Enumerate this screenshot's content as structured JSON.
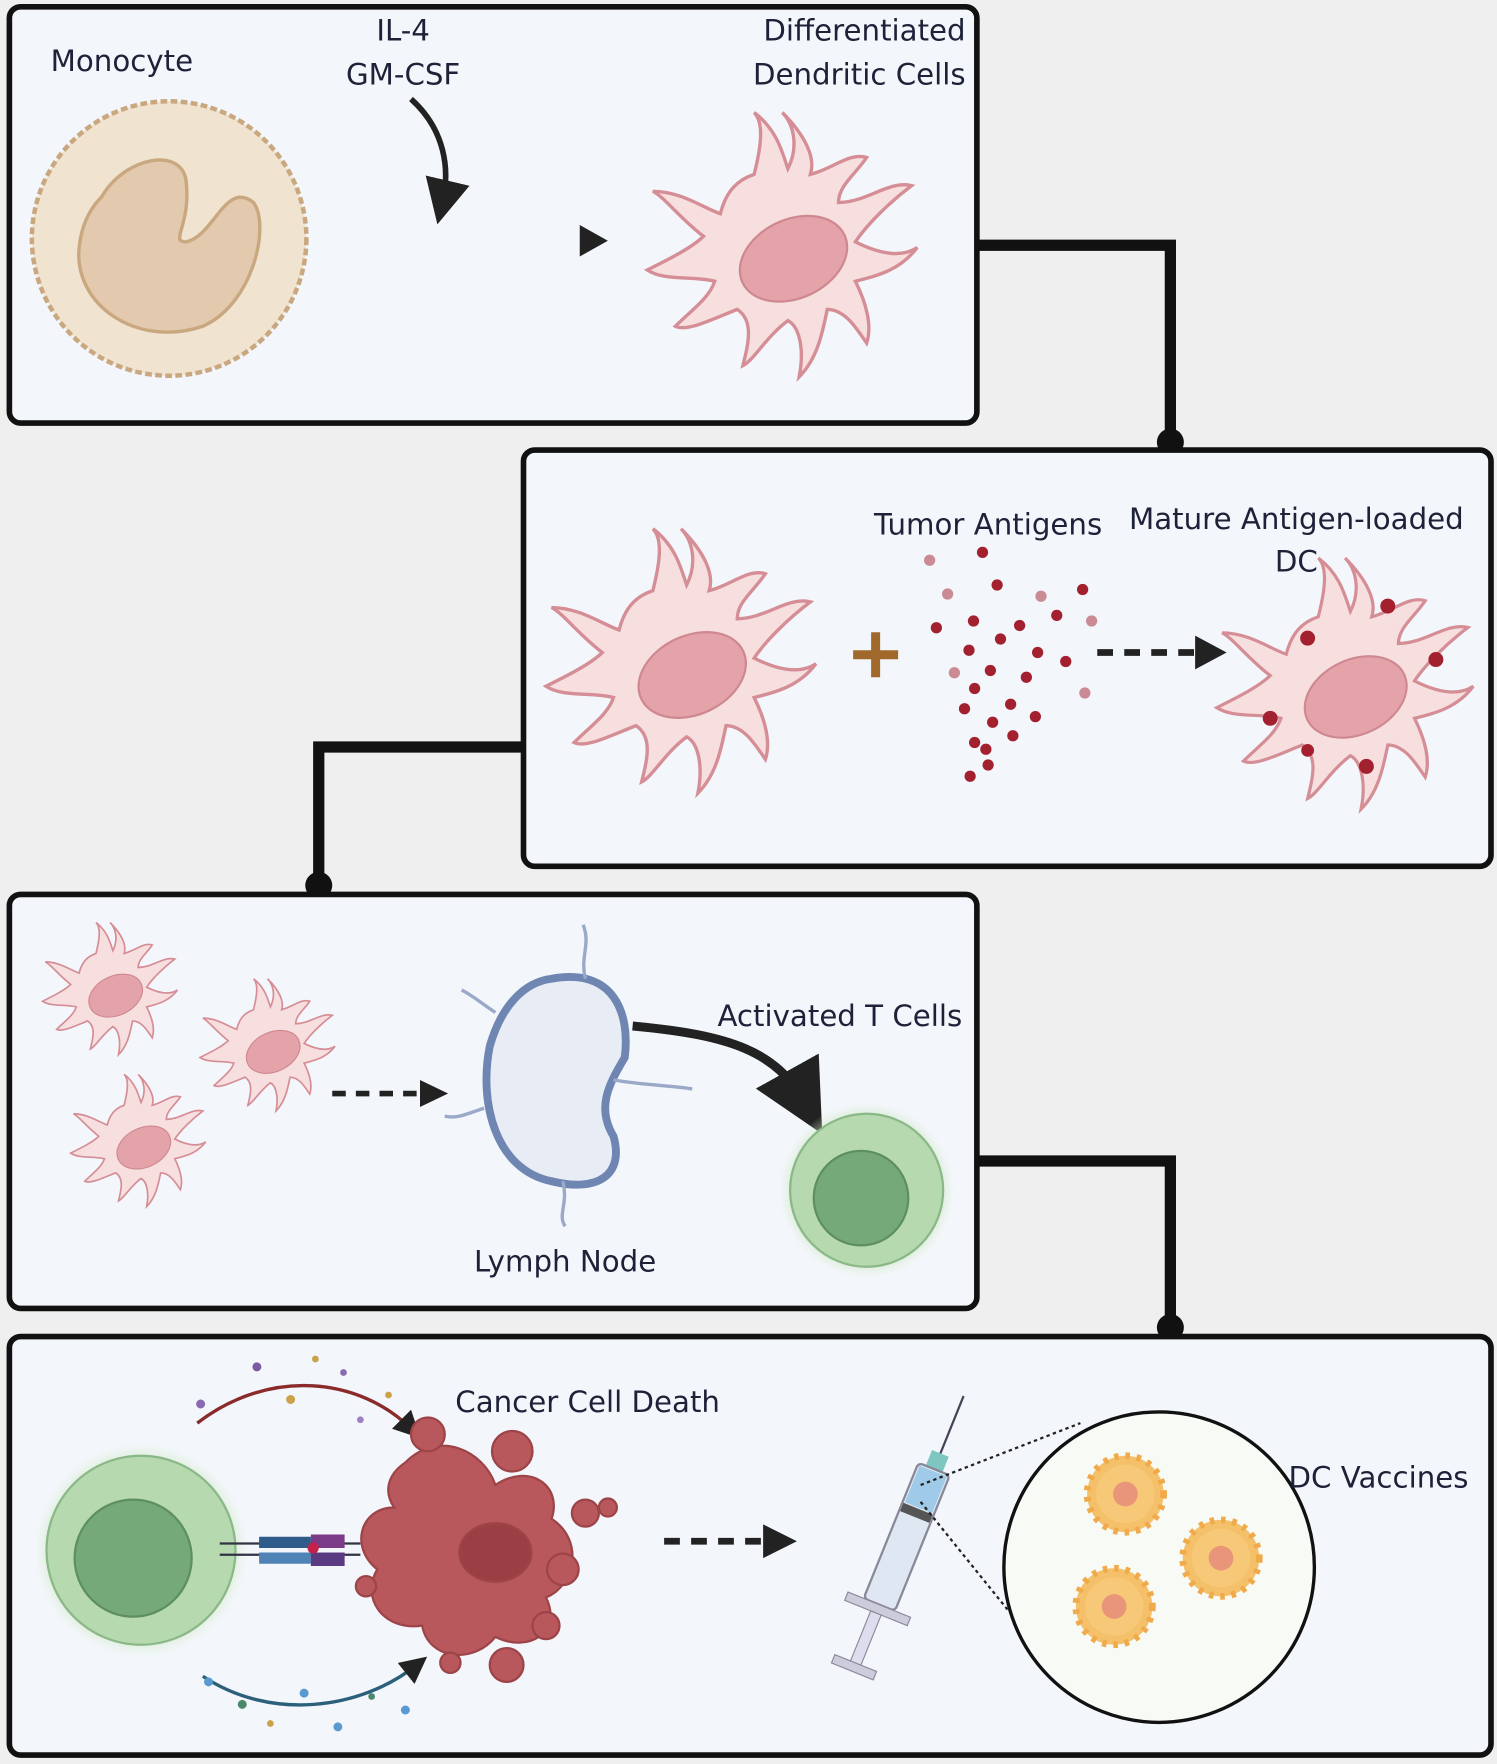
{
  "panels": [
    {
      "id": "differentiation",
      "labels": {
        "monocyte": "Monocyte",
        "cytokine1": "IL-4",
        "cytokine2": "GM-CSF",
        "result1": "Differentiated",
        "result2": "Dendritic Cells"
      }
    },
    {
      "id": "antigen-loading",
      "labels": {
        "antigens": "Tumor Antigens",
        "result1": "Mature Antigen-loaded",
        "result2": "DC"
      }
    },
    {
      "id": "t-cell-activation",
      "labels": {
        "node": "Lymph Node",
        "tcells": "Activated T Cells"
      }
    },
    {
      "id": "vaccine",
      "labels": {
        "death": "Cancer Cell Death",
        "vaccines": "DC Vaccines"
      }
    }
  ],
  "colors": {
    "panel_bg": "#f3f6fb",
    "dendritic": "#f7dfe0",
    "antigen": "#a3202e",
    "tcell": "#8cc08f",
    "cancer": "#b8585c",
    "vaccine_dc": "#f4c06a",
    "lymph": "#6f86b3"
  }
}
